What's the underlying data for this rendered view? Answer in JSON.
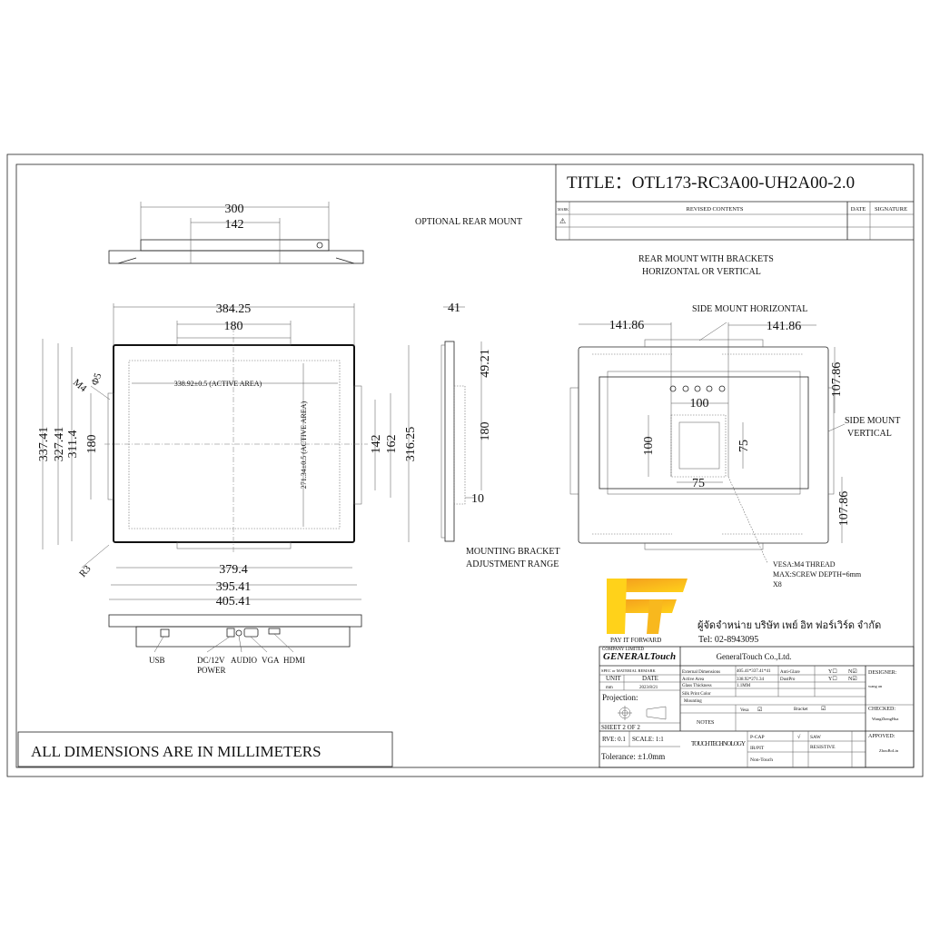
{
  "title_block": {
    "title": "TITLE：OTL173-RC3A00-UH2A00-2.0",
    "mark_header": "MARK",
    "revised_contents_header": "REVISED CONTENTS",
    "date_header": "DATE",
    "signature_header": "SIGNATURE",
    "revision_mark_symbol": "⚠"
  },
  "notes": {
    "optional_rear_mount": "OPTIONAL REAR MOUNT",
    "rear_mount_line1": "REAR MOUNT WITH BRACKETS",
    "rear_mount_line2": "HORIZONTAL OR VERTICAL",
    "side_mount_horizontal": "SIDE MOUNT HORIZONTAL",
    "side_mount_vertical_1": "SIDE MOUNT",
    "side_mount_vertical_2": "VERTICAL",
    "mounting_bracket_1": "MOUNTING BRACKET",
    "mounting_bracket_2": "ADJUSTMENT RANGE",
    "vesa_1": "VESA:M4 THREAD",
    "vesa_2": "MAX:SCREW DEPTH=6mm",
    "vesa_3": "X8",
    "all_dimensions": "ALL DIMENSIONS ARE IN MILLIMETERS"
  },
  "top_view": {
    "dim_300": "300",
    "dim_142": "142"
  },
  "front_view": {
    "width_top": "384.25",
    "bracket_top": "180",
    "active_width": "338.92±0.5  (ACTIVE AREA)",
    "active_height": "271.34±0.5  (ACTIVE AREA)",
    "h_337": "337.41",
    "h_327": "327.41",
    "h_311": "311.4",
    "h_180": "180",
    "r_142": "142",
    "r_162": "162",
    "r_316": "316.25",
    "w_379": "379.4",
    "w_395": "395.41",
    "w_405": "405.41",
    "m4": "M4",
    "phi5": "Φ5",
    "r3": "R3"
  },
  "side_view": {
    "d41": "41",
    "d49": "49.21",
    "d180": "180",
    "d10": "10"
  },
  "rear_view": {
    "left_141": "141.86",
    "right_141": "141.86",
    "vesa_100_h": "100",
    "vesa_100_v": "100",
    "vesa_75_h": "75",
    "vesa_75_v": "75",
    "top_107": "107.86",
    "bottom_107": "107.86"
  },
  "connectors": [
    "USB",
    "DC/12V",
    "AUDIO",
    "VGA",
    "HDMI"
  ],
  "connector_power": "POWER",
  "distributor": {
    "logo_text": "PAY IT FORWARD",
    "logo_sub": "COMPANY LIMITED",
    "thai_name": "ผู้จัดจำหน่าย  บริษัท  เพย์ อิท ฟอร์เวิร์ด จำกัด",
    "tel": "Tel: 02-8943095",
    "brand_color_orange": "#F39A1E",
    "brand_color_yellow": "#FFD21A"
  },
  "spec_table": {
    "logo": "GENERALTouch",
    "company": "GeneralTouch Co.,Ltd.",
    "spec_remark": "SPEC or MATERIAL REMARK",
    "unit_label": "UNIT",
    "date_label": "DATE",
    "unit": "mm",
    "date": "2023/8/21",
    "projection": "Projection:",
    "sheet": "SHEET  2  OF  2",
    "rve": "RVE: 0.1",
    "scale": "SCALE: 1:1",
    "tolerance": "Tolerance: ±1.0mm",
    "rows": [
      {
        "label": "External Dimensions",
        "value": "405.41*337.41*41",
        "option": "Anti-Glare",
        "y": "Y☐",
        "n": "N☑"
      },
      {
        "label": "Active Area",
        "value": "338.92*271.34",
        "option": "DustPro",
        "y": "Y☐",
        "n": "N☑"
      },
      {
        "label": "Glass Thickness",
        "value": "1.1MM"
      },
      {
        "label": "Silk Print Color",
        "value": ""
      }
    ],
    "mounting": "Mounting",
    "vesa": "Vesa",
    "vesa_check": "☑",
    "bracket": "Bracket",
    "bracket_check": "☑",
    "notes": "NOTES",
    "touch_tech": "TOUCH TECHNOLOGY",
    "pcap": "P-CAP",
    "pcap_check": "√",
    "saw": "SAW",
    "irpit": "IR/PIT",
    "resistive": "RESISTIVE",
    "non_touch": "Non-Touch",
    "designer_label": "DESIGNER:",
    "designer": "wang an",
    "checked_label": "CHECKED:",
    "checked": "WangZhengHua",
    "approved_label": "APPOVED:",
    "approved": "ZhouBoLin"
  }
}
